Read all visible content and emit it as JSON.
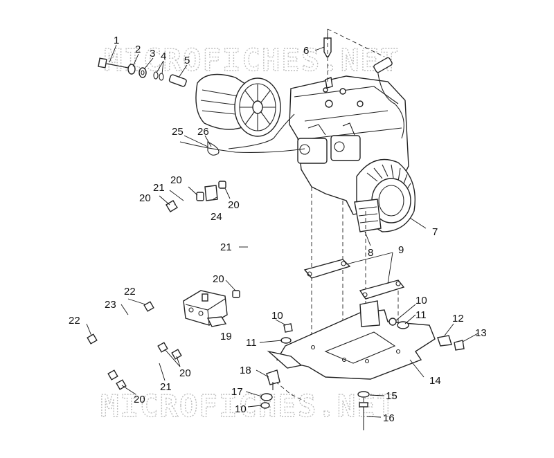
{
  "watermark": {
    "top": "MICROFICHES.NET",
    "bottom": "MICROFICHES.NET"
  },
  "callouts": [
    {
      "id": "c1",
      "label": "1"
    },
    {
      "id": "c2",
      "label": "2"
    },
    {
      "id": "c3",
      "label": "3"
    },
    {
      "id": "c4",
      "label": "4"
    },
    {
      "id": "c5",
      "label": "5"
    },
    {
      "id": "c6",
      "label": "6"
    },
    {
      "id": "c7",
      "label": "7"
    },
    {
      "id": "c8",
      "label": "8"
    },
    {
      "id": "c9",
      "label": "9"
    },
    {
      "id": "c10a",
      "label": "10"
    },
    {
      "id": "c10b",
      "label": "10"
    },
    {
      "id": "c10c",
      "label": "10"
    },
    {
      "id": "c11a",
      "label": "11"
    },
    {
      "id": "c11b",
      "label": "11"
    },
    {
      "id": "c12",
      "label": "12"
    },
    {
      "id": "c13",
      "label": "13"
    },
    {
      "id": "c14",
      "label": "14"
    },
    {
      "id": "c15",
      "label": "15"
    },
    {
      "id": "c16",
      "label": "16"
    },
    {
      "id": "c17",
      "label": "17"
    },
    {
      "id": "c18",
      "label": "18"
    },
    {
      "id": "c19",
      "label": "19"
    },
    {
      "id": "c20a",
      "label": "20"
    },
    {
      "id": "c20b",
      "label": "20"
    },
    {
      "id": "c20c",
      "label": "20"
    },
    {
      "id": "c20d",
      "label": "20"
    },
    {
      "id": "c20e",
      "label": "20"
    },
    {
      "id": "c20f",
      "label": "20"
    },
    {
      "id": "c21a",
      "label": "21"
    },
    {
      "id": "c21b",
      "label": "21"
    },
    {
      "id": "c21c",
      "label": "21"
    },
    {
      "id": "c22a",
      "label": "22"
    },
    {
      "id": "c22b",
      "label": "22"
    },
    {
      "id": "c23",
      "label": "23"
    },
    {
      "id": "c24",
      "label": "24"
    },
    {
      "id": "c25",
      "label": "25"
    },
    {
      "id": "c26",
      "label": "26"
    }
  ]
}
